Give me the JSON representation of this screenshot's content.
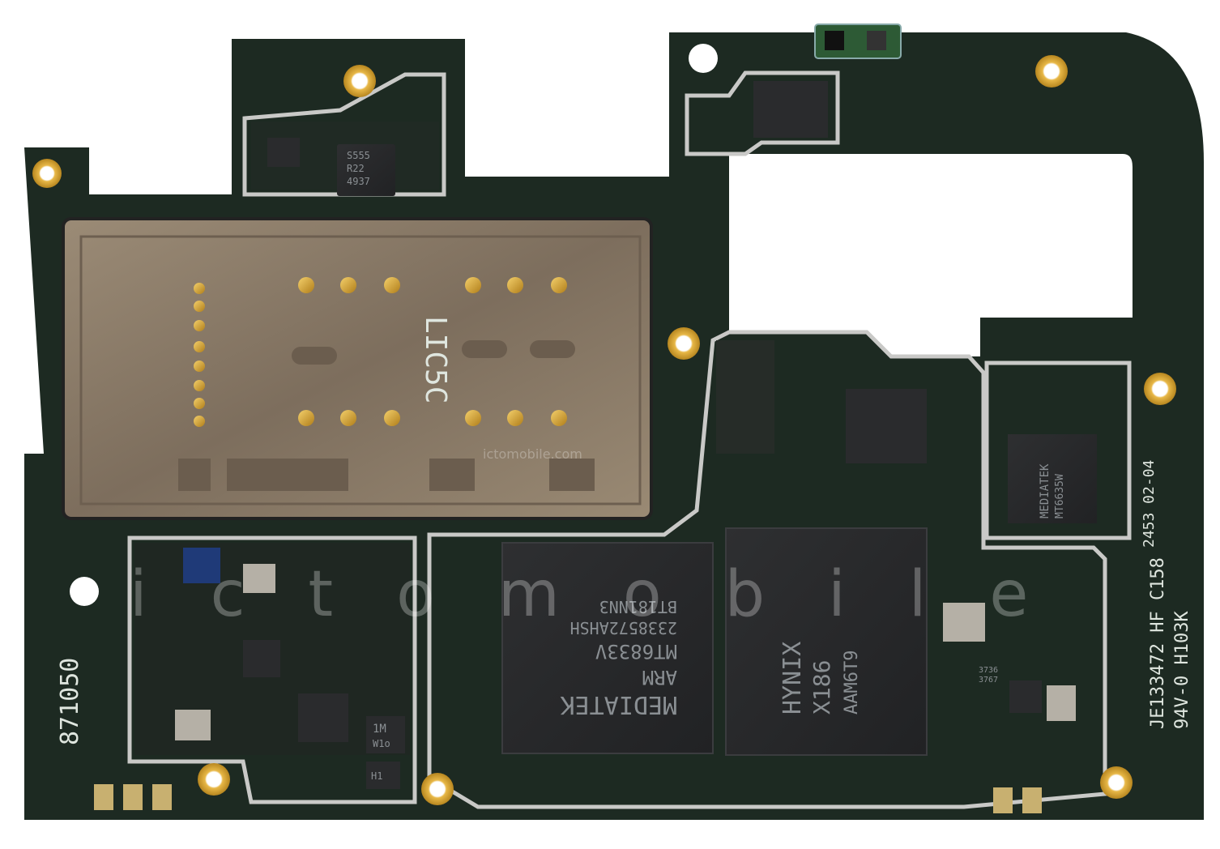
{
  "board": {
    "colors": {
      "pcb": "#1d2a22",
      "shield": "#c9c9c7",
      "gold": "#d8a32c",
      "chip": "#2a2b2d",
      "sim_tray": "#8d7d69"
    }
  },
  "labels": {
    "board_code": "871050",
    "sim_marking": "LIC5C",
    "pmic_marking": [
      "S555",
      "R22",
      "4937"
    ],
    "soc_marking": [
      "MEDIATEK",
      "ARM",
      "MT6833V",
      "2338572AHSH",
      "BT181NN3"
    ],
    "memory_marking": [
      "HYNIX",
      "X186",
      "AAM6T9"
    ],
    "right_chip_marking": [
      "MEDIATEK",
      "MT6635W"
    ],
    "edge_text": [
      "JE133472 HF C158",
      "94V-0 H103K",
      "2453 02-04"
    ],
    "small_marks": [
      "1M",
      "W1o",
      "H1"
    ],
    "tiny_chip_code": [
      "3736",
      "3767"
    ]
  },
  "watermark": {
    "brand": "ictomobile",
    "url": "ictomobile.com"
  },
  "icons": [
    "pcb-motherboard",
    "screw-hole",
    "sim-tray",
    "soc-chip",
    "ram-chip",
    "camera-flash-sensor",
    "shield-can"
  ]
}
